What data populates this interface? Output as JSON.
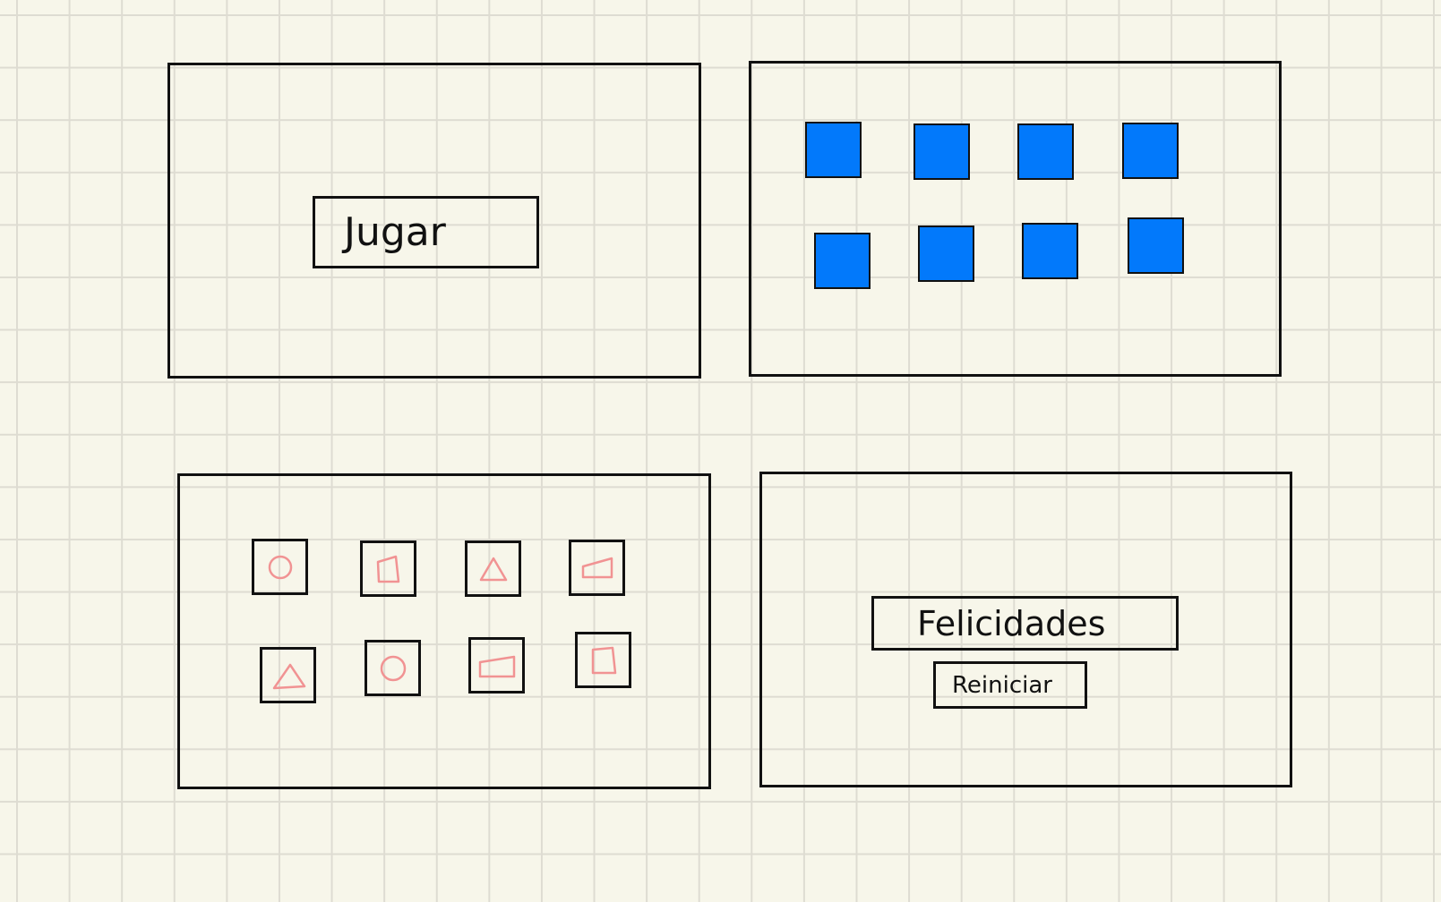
{
  "screens": {
    "start": {
      "play_label": "Jugar"
    },
    "board_hidden": {
      "tile_color": "#0279fb",
      "tile_count": 8
    },
    "board_revealed": {
      "shape_color": "#f19393",
      "tiles": [
        {
          "shape": "circle-icon"
        },
        {
          "shape": "quad-tall-icon"
        },
        {
          "shape": "triangle-icon"
        },
        {
          "shape": "quad-wide-icon"
        },
        {
          "shape": "triangle-icon"
        },
        {
          "shape": "circle-icon"
        },
        {
          "shape": "quad-wide-icon"
        },
        {
          "shape": "quad-tall-icon"
        }
      ]
    },
    "win": {
      "message": "Felicidades",
      "restart_label": "Reiniciar"
    }
  }
}
